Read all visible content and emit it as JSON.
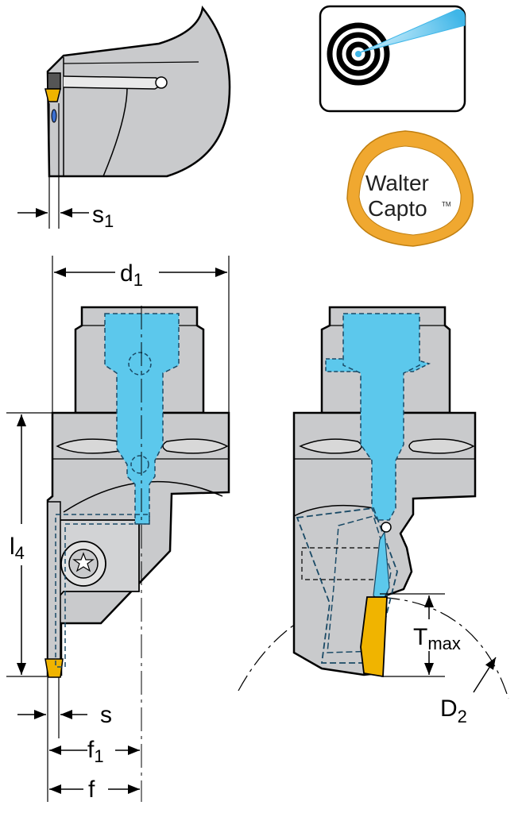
{
  "labels": {
    "s1": {
      "main": "s",
      "sub": "1"
    },
    "d1": {
      "main": "d",
      "sub": "1"
    },
    "l4": {
      "main": "l",
      "sub": "4"
    },
    "s": {
      "main": "s"
    },
    "f1": {
      "main": "f",
      "sub": "1"
    },
    "f": {
      "main": "f"
    },
    "tmax": {
      "main": "T",
      "sub": "max"
    },
    "d2": {
      "main": "D",
      "sub": "2"
    }
  },
  "logo": {
    "line1": "Walter",
    "line2": "Capto",
    "mark": "TM"
  },
  "icons": {
    "target": "internal-coolant-target-icon",
    "logo": "walter-capto-logo"
  },
  "colors": {
    "body": "#c9cacc",
    "body_dark": "#9fa1a4",
    "coolant": "#5cc8ec",
    "insert": "#f0b400",
    "logo_ring": "#f0a830",
    "outline": "#000000"
  }
}
